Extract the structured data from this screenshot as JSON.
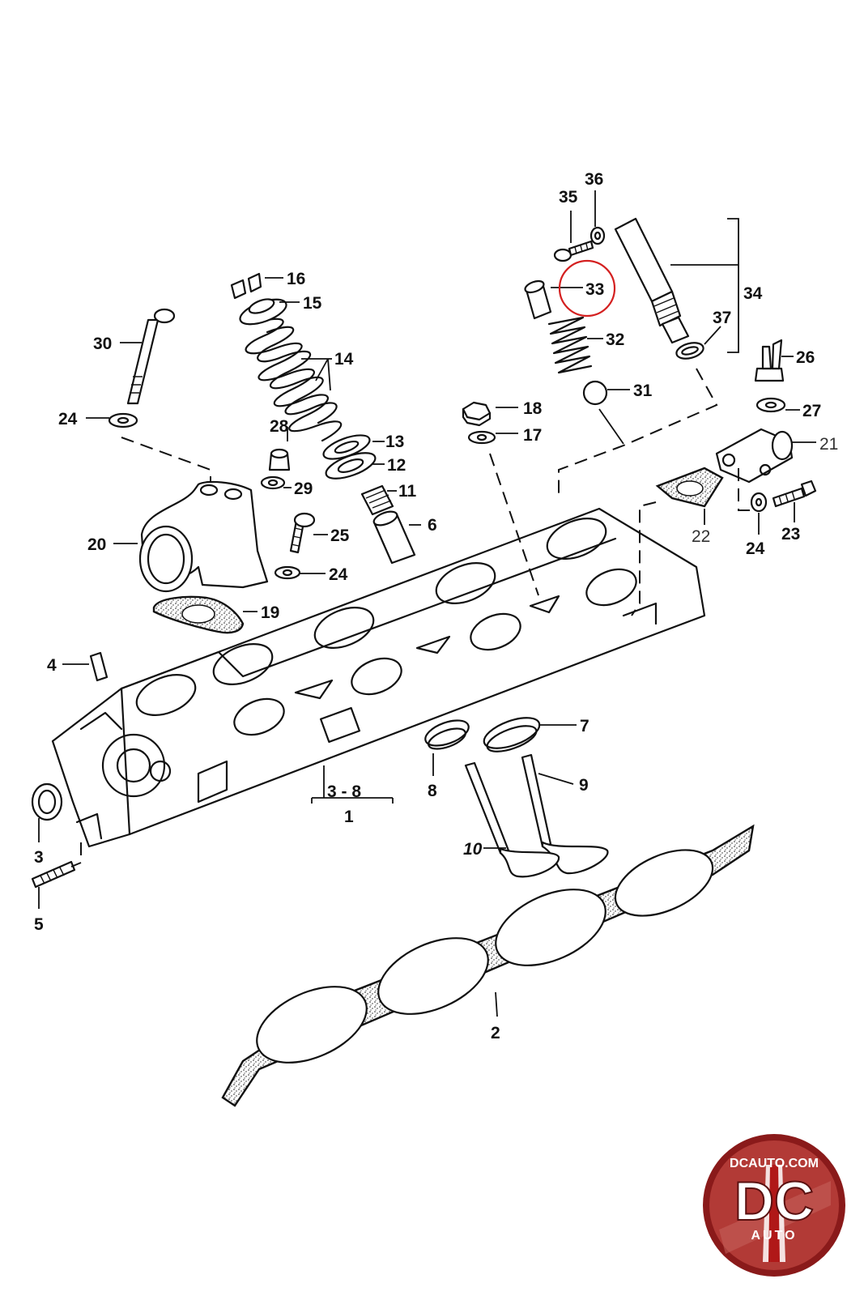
{
  "diagram": {
    "callouts": [
      {
        "id": "1",
        "text": "1"
      },
      {
        "id": "2",
        "text": "2"
      },
      {
        "id": "3",
        "text": "3"
      },
      {
        "id": "3-8",
        "text": "3  -  8"
      },
      {
        "id": "4",
        "text": "4"
      },
      {
        "id": "5",
        "text": "5"
      },
      {
        "id": "6",
        "text": "6"
      },
      {
        "id": "7",
        "text": "7"
      },
      {
        "id": "8",
        "text": "8"
      },
      {
        "id": "9",
        "text": "9"
      },
      {
        "id": "10",
        "text": "10"
      },
      {
        "id": "11",
        "text": "11"
      },
      {
        "id": "12",
        "text": "12"
      },
      {
        "id": "13",
        "text": "13"
      },
      {
        "id": "14",
        "text": "14"
      },
      {
        "id": "15",
        "text": "15"
      },
      {
        "id": "16",
        "text": "16"
      },
      {
        "id": "17",
        "text": "17"
      },
      {
        "id": "18",
        "text": "18"
      },
      {
        "id": "19",
        "text": "19"
      },
      {
        "id": "20",
        "text": "20"
      },
      {
        "id": "21",
        "text": "21"
      },
      {
        "id": "22",
        "text": "22"
      },
      {
        "id": "23",
        "text": "23"
      },
      {
        "id": "24a",
        "text": "24"
      },
      {
        "id": "24b",
        "text": "24"
      },
      {
        "id": "24c",
        "text": "24"
      },
      {
        "id": "25",
        "text": "25"
      },
      {
        "id": "26",
        "text": "26"
      },
      {
        "id": "27",
        "text": "27"
      },
      {
        "id": "28",
        "text": "28"
      },
      {
        "id": "29",
        "text": "29"
      },
      {
        "id": "30",
        "text": "30"
      },
      {
        "id": "31",
        "text": "31"
      },
      {
        "id": "32",
        "text": "32"
      },
      {
        "id": "33",
        "text": "33"
      },
      {
        "id": "34",
        "text": "34"
      },
      {
        "id": "35",
        "text": "35"
      },
      {
        "id": "36",
        "text": "36"
      },
      {
        "id": "37",
        "text": "37"
      }
    ],
    "highlighted_callout": "33",
    "highlight_color": "#d42020"
  },
  "logo": {
    "domain_text": "DCAUTO.COM",
    "monogram": "DC",
    "sub_text": "AUTO",
    "colors": {
      "ring": "#8a1a1a",
      "inner": "#b23a36",
      "letters": "#ffffff"
    }
  }
}
